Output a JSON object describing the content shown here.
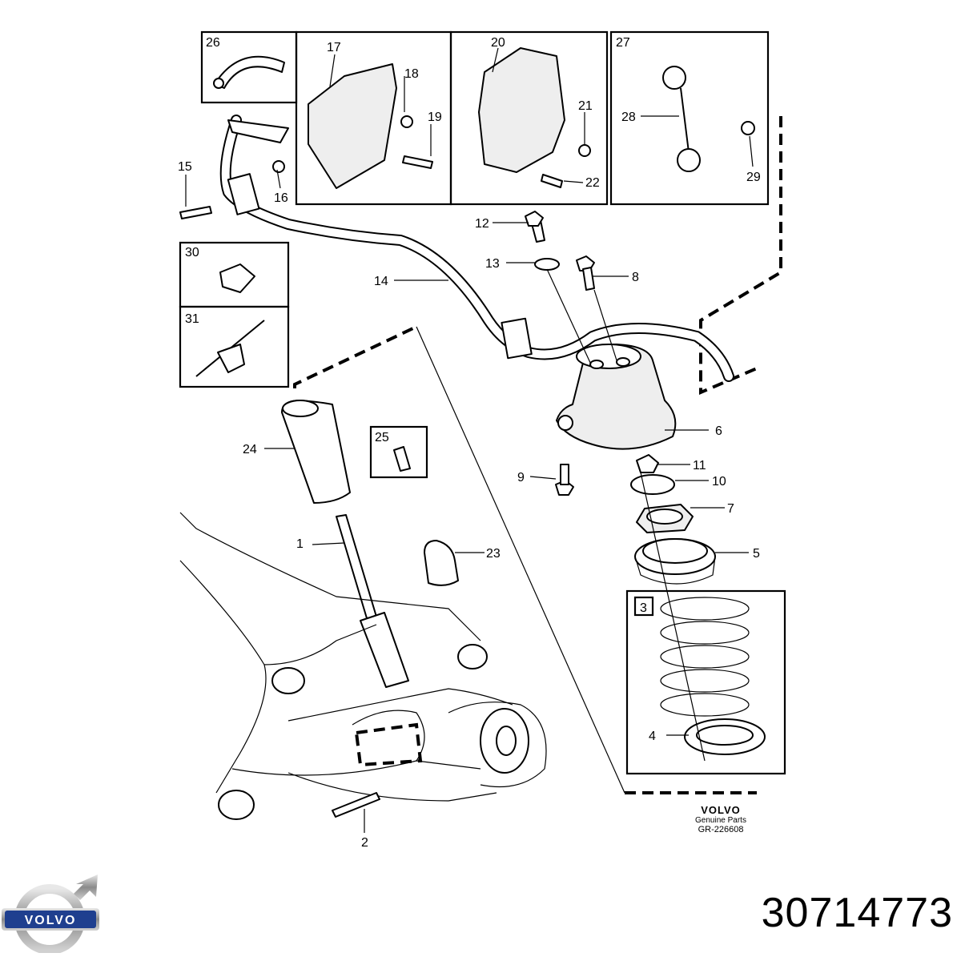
{
  "diagram": {
    "reference": "GR-226608",
    "brand_caption": {
      "brand": "VOLVO",
      "subtitle": "Genuine Parts"
    },
    "callouts": [
      "1",
      "2",
      "3",
      "4",
      "5",
      "6",
      "7",
      "8",
      "9",
      "10",
      "11",
      "12",
      "13",
      "14",
      "15",
      "16",
      "17",
      "18",
      "19",
      "20",
      "21",
      "22",
      "23",
      "24",
      "25",
      "26",
      "27",
      "28",
      "29",
      "30",
      "31"
    ]
  },
  "part_number": "30714773",
  "logo": {
    "text": "VOLVO",
    "color": "#1f3f8f"
  }
}
